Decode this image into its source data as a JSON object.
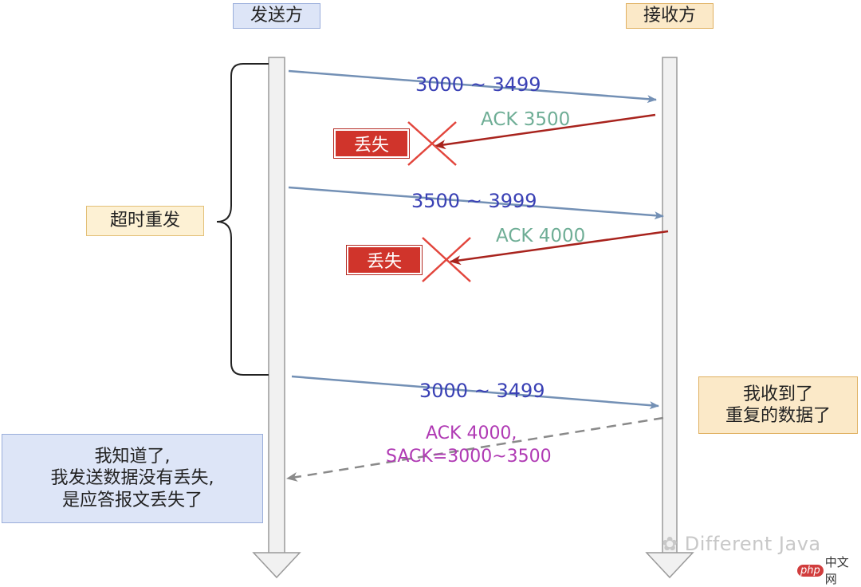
{
  "sender_label": "发送方",
  "receiver_label": "接收方",
  "timeout_label": "超时重发",
  "lost_label": "丢失",
  "segments": {
    "first": "3000 ~ 3499",
    "second": "3500 ~ 3999",
    "retransmit": "3000 ~ 3499"
  },
  "acks": {
    "first": "ACK 3500",
    "second": "ACK 4000",
    "sack_line1": "ACK 4000,",
    "sack_line2": "SACK=3000~3500"
  },
  "receiver_note": {
    "line1": "我收到了",
    "line2": "重复的数据了"
  },
  "sender_note": {
    "line1": "我知道了,",
    "line2": "我发送数据没有丢失,",
    "line3": "是应答报文丢失了"
  },
  "watermark": "Different Java",
  "logo": {
    "mark": "php",
    "text": "中文网"
  },
  "colors": {
    "segment_arrow": "#7390b5",
    "ack_arrow": "#a8231d",
    "lost_badge": "#d0342b",
    "cross": "#e2453c",
    "dashed_ack": "#8a8a8a",
    "segment_text": "#3a41b5",
    "ack_text": "#6fae96",
    "sack_text": "#b03ab4"
  }
}
